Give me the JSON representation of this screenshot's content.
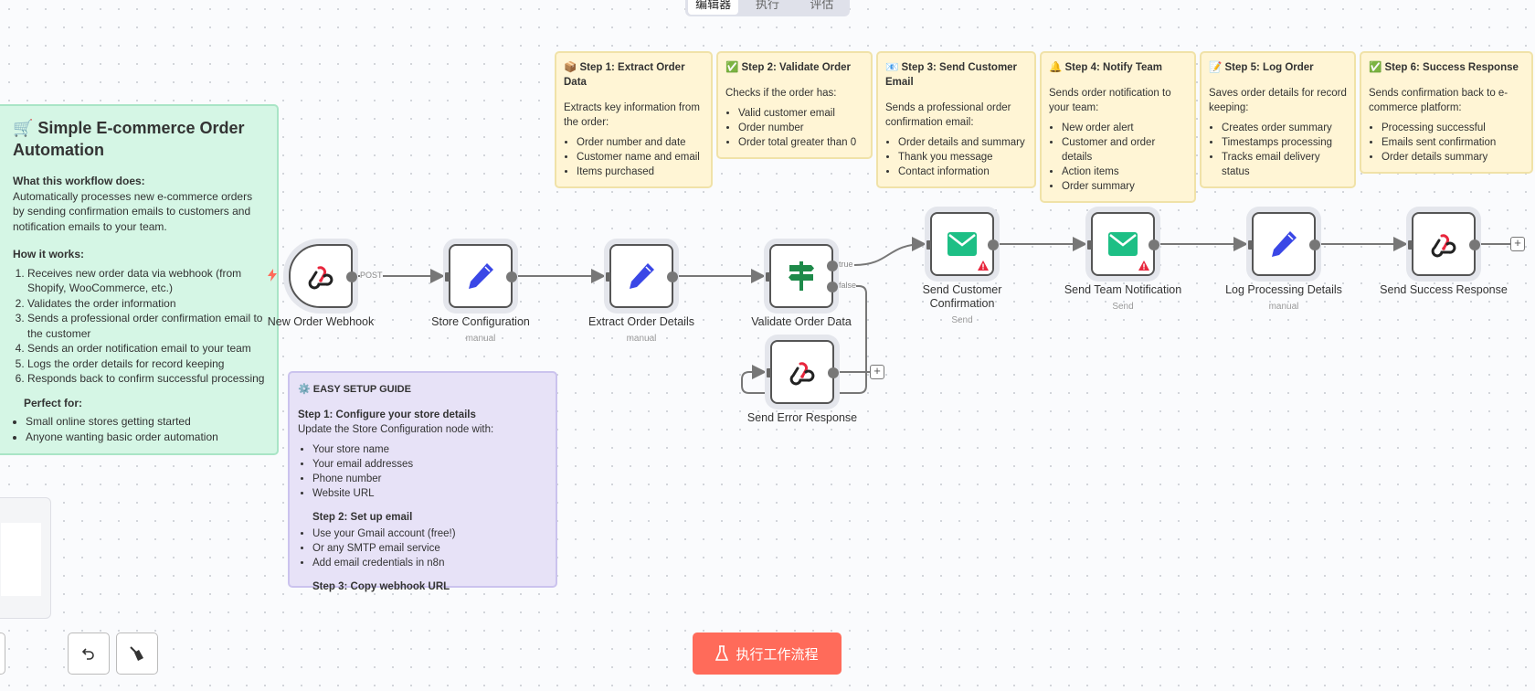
{
  "tabs": [
    {
      "label": "编辑器",
      "active": true
    },
    {
      "label": "执行"
    },
    {
      "label": "评估"
    }
  ],
  "main_note": {
    "title": "🛒 Simple E-commerce Order Automation",
    "what_heading": "What this workflow does:",
    "what_text": "Automatically processes new e-commerce orders by sending confirmation emails to customers and notification emails to your team.",
    "how_heading": "How it works:",
    "steps": [
      "Receives new order data via webhook (from Shopify, WooCommerce, etc.)",
      "Validates the order information",
      "Sends a professional order confirmation email to the customer",
      "Sends an order notification email to your team",
      "Logs the order details for record keeping",
      "Responds back to confirm successful processing"
    ],
    "perfect_heading": "Perfect for:",
    "perfect_items": [
      "Small online stores getting started",
      "Anyone wanting basic order automation"
    ]
  },
  "step_notes": [
    {
      "title": "📦 Step 1: Extract Order Data",
      "text": "Extracts key information from the order:",
      "items": [
        "Order number and date",
        "Customer name and email",
        "Items purchased"
      ]
    },
    {
      "title": "✅ Step 2: Validate Order",
      "text": "Checks if the order has:",
      "items": [
        "Valid customer email",
        "Order number",
        "Order total greater than 0"
      ]
    },
    {
      "title": "📧 Step 3: Send Customer Email",
      "text": "Sends a professional order confirmation email:",
      "items": [
        "Order details and summary",
        "Thank you message",
        "Contact information"
      ]
    },
    {
      "title": "🔔 Step 4: Notify Team",
      "text": "Sends order notification to your team:",
      "items": [
        "New order alert",
        "Customer and order details",
        "Action items",
        "Order summary"
      ]
    },
    {
      "title": "📝 Step 5: Log Order",
      "text": "Saves order details for record keeping:",
      "items": [
        "Creates order summary",
        "Timestamps processing",
        "Tracks email delivery status"
      ]
    },
    {
      "title": "✅ Step 6: Success Response",
      "text": "Sends confirmation back to e-commerce platform:",
      "items": [
        "Processing successful",
        "Emails sent confirmation",
        "Order details summary"
      ]
    }
  ],
  "setup_guide": {
    "title": "⚙️ EASY SETUP GUIDE",
    "step1_heading": "Step 1: Configure your store details",
    "step1_text": "Update the Store Configuration node with:",
    "step1_items": [
      "Your store name",
      "Your email addresses",
      "Phone number",
      "Website URL"
    ],
    "step2_heading": "Step 2: Set up email",
    "step2_items": [
      "Use your Gmail account (free!)",
      "Or any SMTP email service",
      "Add email credentials in n8n"
    ],
    "step3_heading": "Step 3: Copy webhook URL"
  },
  "nodes": [
    {
      "name": "New Order Webhook",
      "subtitle": "",
      "icon": "webhook-icon"
    },
    {
      "name": "Store Configuration",
      "subtitle": "manual",
      "icon": "pencil-icon"
    },
    {
      "name": "Extract Order Details",
      "subtitle": "manual",
      "icon": "pencil-icon"
    },
    {
      "name": "Validate Order Data",
      "subtitle": "",
      "icon": "signpost-icon"
    },
    {
      "name": "Send Error Response",
      "subtitle": "",
      "icon": "webhook-icon"
    },
    {
      "name": "Send Customer Confirmation",
      "subtitle": "Send",
      "icon": "email-icon",
      "warning": true
    },
    {
      "name": "Send Team Notification",
      "subtitle": "Send",
      "icon": "email-icon",
      "warning": true
    },
    {
      "name": "Log Processing Details",
      "subtitle": "manual",
      "icon": "pencil-icon"
    },
    {
      "name": "Send Success Response",
      "subtitle": "",
      "icon": "webhook-icon"
    }
  ],
  "edge_labels": {
    "post": "POST",
    "true": "true",
    "false": "false"
  },
  "plus": "+",
  "execute_button": "执行工作流程",
  "colors": {
    "accent": "#ff6b5a",
    "pencil": "#3a47e6",
    "email": "#1dbf85",
    "signpost": "#1e8a4a",
    "warning": "#e8263d"
  }
}
